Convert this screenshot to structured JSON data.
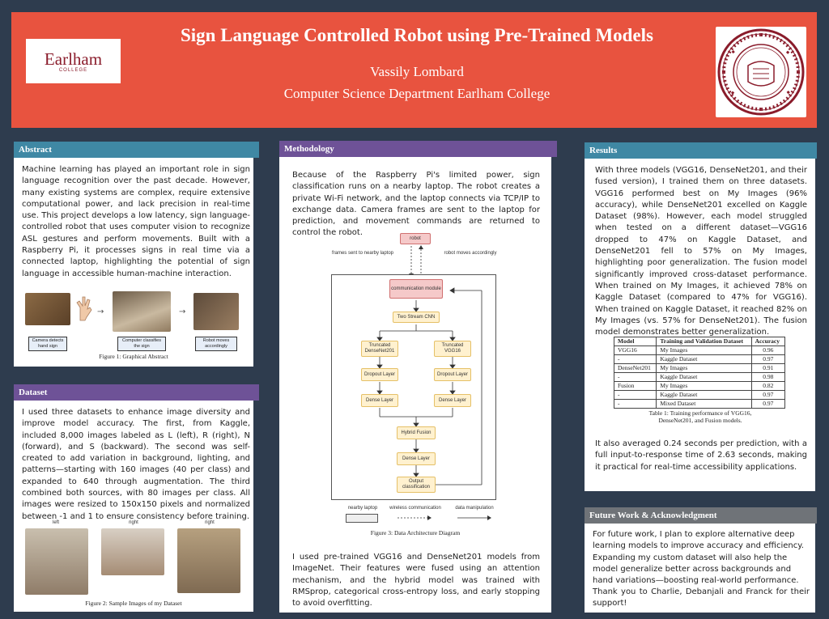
{
  "header": {
    "title": "Sign Language Controlled Robot using Pre-Trained Models",
    "author": "Vassily Lombard",
    "department": "Computer Science Department Earlham College",
    "logo_text": "Earlham",
    "logo_sub": "COLLEGE"
  },
  "abstract": {
    "heading": "Abstract",
    "text": "Machine learning has played an important role in sign language recognition over the past decade. However, many existing systems are complex, require extensive computational power, and lack precision in real-time use. This project develops a low latency, sign language-controlled robot that uses computer vision to recognize ASL gestures and perform movements. Built with a Raspberry Pi, it processes signs in real time via a connected laptop, highlighting the potential of sign language in accessible human-machine interaction.",
    "fig_labels": [
      "Camera detects hand sign",
      "Computer classifies the sign",
      "Robot moves accordingly"
    ],
    "caption": "Figure 1: Graphical Abstract"
  },
  "dataset": {
    "heading": "Dataset",
    "text": "I used three datasets to enhance image diversity and improve model accuracy. The first, from Kaggle, included 8,000 images labeled as L (left), R (right), N (forward), and S (backward). The second was self-created to add variation in background, lighting, and patterns—starting with 160 images (40 per class) and expanded to 640 through augmentation. The third combined both sources, with 80 images per class. All images were resized to 150x150 pixels and normalized between -1 and 1 to ensure consistency before training.",
    "image_labels": [
      "left",
      "right",
      "right"
    ],
    "caption": "Figure 2: Sample Images of my Dataset"
  },
  "methodology": {
    "heading": "Methodology",
    "text1": "Because of the Raspberry Pi's limited power, sign classification runs on a nearby laptop. The robot creates a private Wi-Fi network, and the laptop connects via TCP/IP to exchange data. Camera frames are sent to the laptop for prediction, and movement commands are returned to control the robot.",
    "diagram": {
      "robot": "robot",
      "frames_label": "frames sent to nearby laptop",
      "moves_label": "robot moves accordingly",
      "comm": "communication module",
      "cnn": "Two Stream CNN",
      "trunc_left": "Truncated DenseNet201",
      "trunc_right": "Truncated VGG16",
      "dropout": "Dropout Layer",
      "dense": "Dense Layer",
      "fusion": "Hybrid Fusion",
      "output": "Output classification",
      "legend_laptop": "nearby laptop",
      "legend_wireless": "wireless communication",
      "legend_data": "data manipulation"
    },
    "caption": "Figure 3: Data Architecture Diagram",
    "text2": "I used pre-trained VGG16 and DenseNet201 models from ImageNet. Their features were fused using an attention mechanism, and the hybrid model was trained with RMSprop, categorical cross-entropy loss, and early stopping to avoid overfitting."
  },
  "results": {
    "heading": "Results",
    "text1": "With three models (VGG16, DenseNet201, and their fused version), I trained them on three datasets. VGG16 performed best on My Images (96% accuracy), while DenseNet201 excelled on Kaggle Dataset (98%). However, each model struggled when tested on a different dataset—VGG16 dropped to 47% on Kaggle Dataset, and DenseNet201 fell to 57% on My Images, highlighting poor generalization. The fusion model significantly improved cross-dataset performance. When trained on My Images, it achieved 78% on Kaggle Dataset (compared to 47% for VGG16). When trained on Kaggle Dataset, it reached 82% on My Images (vs. 57% for DenseNet201). The fusion model demonstrates better generalization.",
    "table_headers": [
      "Model",
      "Training and Validation Dataset",
      "Accuracy"
    ],
    "table_rows": [
      [
        "VGG16",
        "My Images",
        "0.96"
      ],
      [
        "-",
        "Kaggle Dataset",
        "0.97"
      ],
      [
        "DenseNet201",
        "My Images",
        "0.91"
      ],
      [
        "-",
        "Kaggle Dataset",
        "0.98"
      ],
      [
        "Fusion",
        "My Images",
        "0.82"
      ],
      [
        "-",
        "Kaggle Dataset",
        "0.97"
      ],
      [
        "-",
        "Mixed Dataset",
        "0.97"
      ]
    ],
    "table_caption": "Table 1:  Training performance of VGG16, DenseNet201, and Fusion models.",
    "text2": "It also averaged 0.24 seconds per prediction, with a full input-to-response time of 2.63 seconds, making it practical for real-time accessibility applications."
  },
  "future": {
    "heading": "Future Work & Acknowledgment",
    "text1": "For future work, I plan to explore alternative deep learning models to improve accuracy and efficiency. Expanding my custom dataset will also help the model generalize better across backgrounds and hand variations—boosting real-world performance.",
    "text2": "Thank you to Charlie, Debanjali and Franck for their support!"
  },
  "colors": {
    "background": "#2e3c4e",
    "header": "#e8533f",
    "teal": "#3f88a4",
    "purple": "#6e5297",
    "gray": "#6f7378"
  }
}
